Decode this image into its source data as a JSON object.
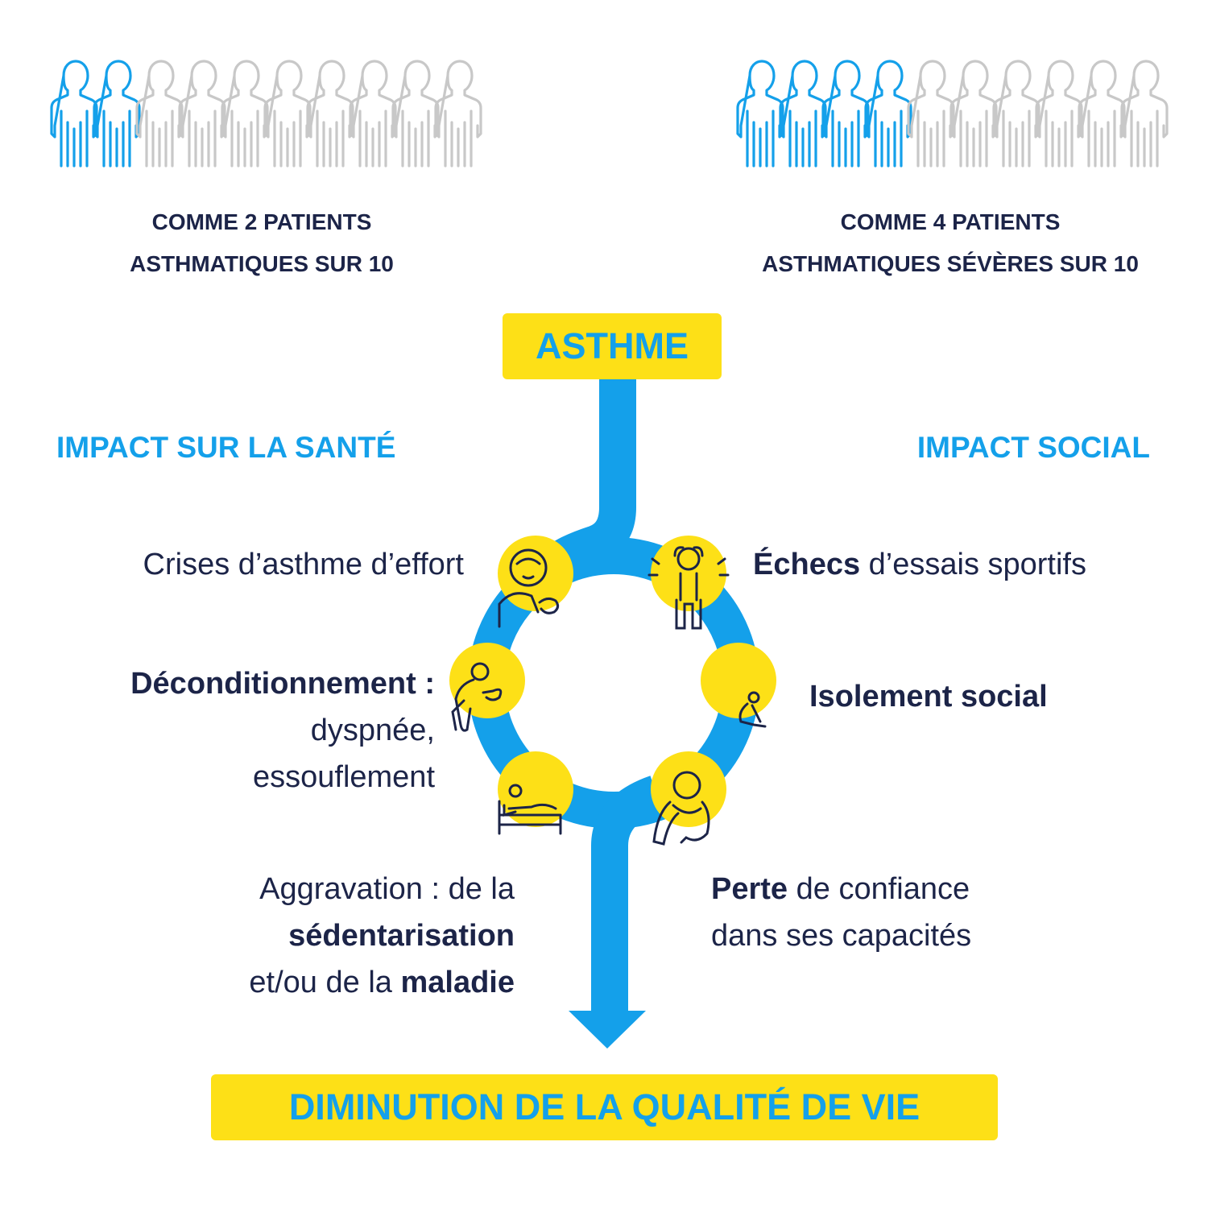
{
  "stats": [
    {
      "highlighted": 2,
      "total": 10,
      "line1": "COMME 2 PATIENTS",
      "line2": "ASTHMATIQUES SUR 10"
    },
    {
      "highlighted": 4,
      "total": 10,
      "line1": "COMME 4 PATIENTS",
      "line2": "ASTHMATIQUES SÉVÈRES SUR 10"
    }
  ],
  "top_box": "ASTHME",
  "left_title": "IMPACT SUR LA SANTÉ",
  "right_title": "IMPACT SOCIAL",
  "health": {
    "crises": "Crises d’asthme d’effort",
    "decond_bold": "Déconditionnement :",
    "decond_line2": "dyspnée,",
    "decond_line3": "essouflement",
    "aggr_line1": "Aggravation : de la",
    "aggr_bold": "sédentarisation",
    "aggr_line3_a": "et/ou de la ",
    "aggr_line3_b": "maladie"
  },
  "social": {
    "echecs_bold": "Échecs",
    "echecs_rest": " d’essais sportifs",
    "isolement": "Isolement social",
    "perte_bold": "Perte",
    "perte_rest": " de confiance",
    "perte_line2": "dans ses capacités"
  },
  "bottom_box": "DIMINUTION DE LA QUALITÉ DE VIE",
  "icons": [
    "coughing-person-icon",
    "stressed-person-icon",
    "breathless-person-icon",
    "isolated-person-icon",
    "bedridden-person-icon",
    "sad-person-icon"
  ],
  "colors": {
    "blue": "#14a0ea",
    "yellow": "#fde017",
    "navy": "#1c2448",
    "grey": "#c8c8c8"
  }
}
